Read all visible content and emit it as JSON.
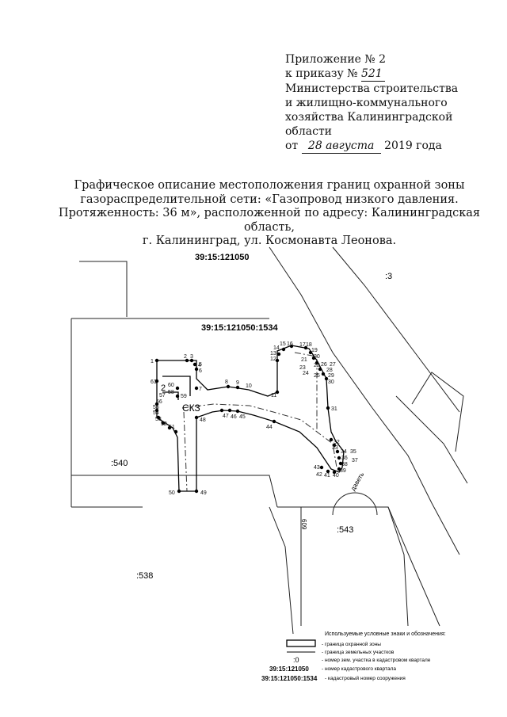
{
  "header": {
    "line1": "Приложение № 2",
    "line2_prefix": "к приказу №",
    "order_number": "521",
    "line3": "Министерства строительства",
    "line4": "и жилищно-коммунального",
    "line5": "хозяйства Калининградской",
    "line6": "области",
    "date_prefix": "от",
    "date_value": "28 августа",
    "date_suffix": "2019 года"
  },
  "title": {
    "line1": "Графическое описание местоположения границ охранной зоны",
    "line2": "газораспределительной сети: «Газопровод низкого давления.",
    "line3": "Протяженность: 36 м», расположенной по адресу: Калининградская область,",
    "line4": "г. Калининград, ул. Космонавта Леонова."
  },
  "map": {
    "quarter_label": "39:15:121050",
    "parcel_label": "39:15:121050:1534",
    "label_3": ":3",
    "label_540": ":540",
    "label_543": ":543",
    "label_538": ":538",
    "skz_label": "СКЗ",
    "num_2": "2",
    "street_609": "609",
    "tag_zoom": "даветь",
    "points": [
      {
        "n": "1"
      },
      {
        "n": "2"
      },
      {
        "n": "3"
      },
      {
        "n": "4"
      },
      {
        "n": "5"
      },
      {
        "n": "6"
      },
      {
        "n": "7"
      },
      {
        "n": "8"
      },
      {
        "n": "9"
      },
      {
        "n": "10"
      },
      {
        "n": "11"
      },
      {
        "n": "12"
      },
      {
        "n": "13"
      },
      {
        "n": "14"
      },
      {
        "n": "15"
      },
      {
        "n": "16"
      },
      {
        "n": "17"
      },
      {
        "n": "18"
      },
      {
        "n": "19"
      },
      {
        "n": "20"
      },
      {
        "n": "21"
      },
      {
        "n": "22"
      },
      {
        "n": "23"
      },
      {
        "n": "24"
      },
      {
        "n": "25"
      },
      {
        "n": "26"
      },
      {
        "n": "27"
      },
      {
        "n": "28"
      },
      {
        "n": "29"
      },
      {
        "n": "30"
      },
      {
        "n": "31"
      },
      {
        "n": "32"
      },
      {
        "n": "33"
      },
      {
        "n": "34"
      },
      {
        "n": "35"
      },
      {
        "n": "36"
      },
      {
        "n": "37"
      },
      {
        "n": "38"
      },
      {
        "n": "39"
      },
      {
        "n": "40"
      },
      {
        "n": "41"
      },
      {
        "n": "42"
      },
      {
        "n": "43"
      },
      {
        "n": "44"
      },
      {
        "n": "45"
      },
      {
        "n": "46"
      },
      {
        "n": "47"
      },
      {
        "n": "48"
      },
      {
        "n": "49"
      },
      {
        "n": "50"
      },
      {
        "n": "51"
      },
      {
        "n": "52"
      },
      {
        "n": "53"
      },
      {
        "n": "54"
      },
      {
        "n": "55"
      },
      {
        "n": "56"
      },
      {
        "n": "57"
      },
      {
        "n": "58"
      },
      {
        "n": "59"
      },
      {
        "n": "60"
      },
      {
        "n": "61"
      }
    ]
  },
  "legend": {
    "heading": "Используемые условные знаки и обозначения:",
    "items": [
      {
        "symbol": "",
        "text": "- граница охранной зоны"
      },
      {
        "symbol": "",
        "text": "- граница земельных участков"
      },
      {
        "symbol": ":0",
        "text": "- номер зем. участка в кадастровом квартале"
      },
      {
        "symbol": "39:15:121050",
        "text": "- номер кадастрового квартала"
      },
      {
        "symbol": "39:15:121050:1534",
        "text": "- кадастровый номер сооружения"
      }
    ]
  }
}
